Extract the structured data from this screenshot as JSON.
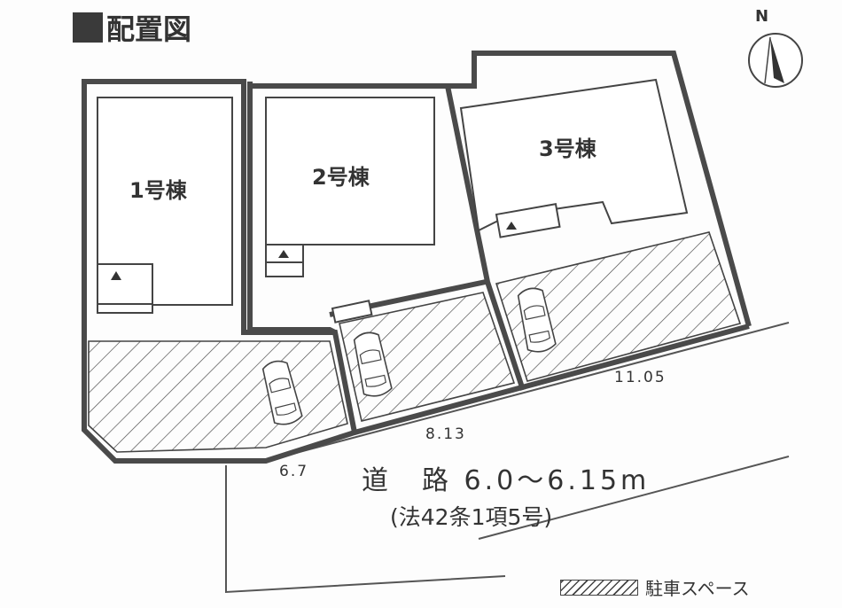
{
  "title": "配置図",
  "buildings": [
    {
      "label": "1号棟"
    },
    {
      "label": "2号棟"
    },
    {
      "label": "3号棟"
    }
  ],
  "frontage": [
    "6.7",
    "8.13",
    "11.05"
  ],
  "road": {
    "label": "道　路 6.0〜6.15m",
    "note": "(法42条1項5号)"
  },
  "legend": {
    "parking": "駐車スペース"
  },
  "compass": {
    "label": "N"
  }
}
